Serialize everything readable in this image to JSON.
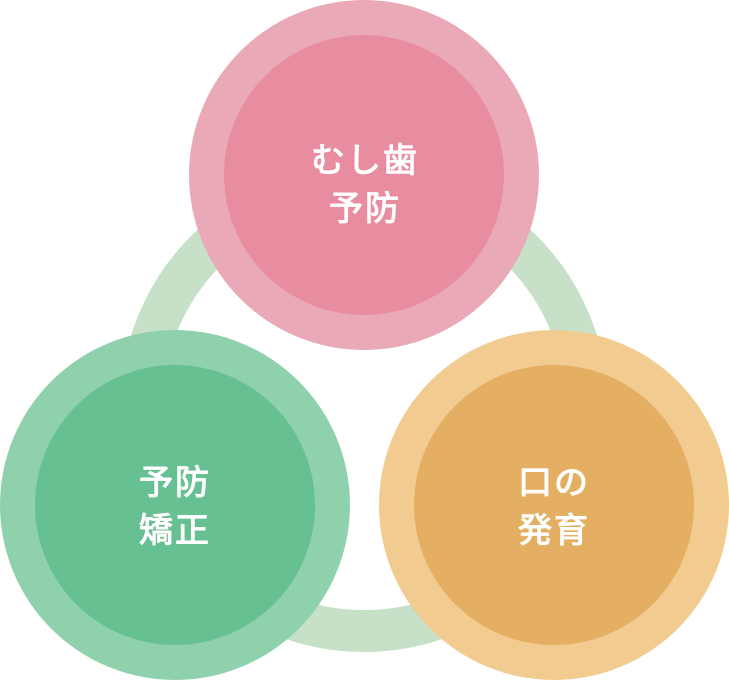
{
  "colors": {
    "ring": "#c6e1c7",
    "pink_outer": "#eaa9b7",
    "pink_inner": "#e88c9f",
    "green_outer": "#90d1ad",
    "green_inner": "#67c092",
    "orange_outer": "#f2cb91",
    "orange_inner": "#e4af62",
    "text": "#ffffff"
  },
  "nodes": {
    "cavity_prevention": {
      "line1": "むし歯",
      "line2": "予防"
    },
    "preventive_orthodontics": {
      "line1": "予防",
      "line2": "矯正"
    },
    "oral_development": {
      "line1": "口の",
      "line2": "発育"
    }
  }
}
